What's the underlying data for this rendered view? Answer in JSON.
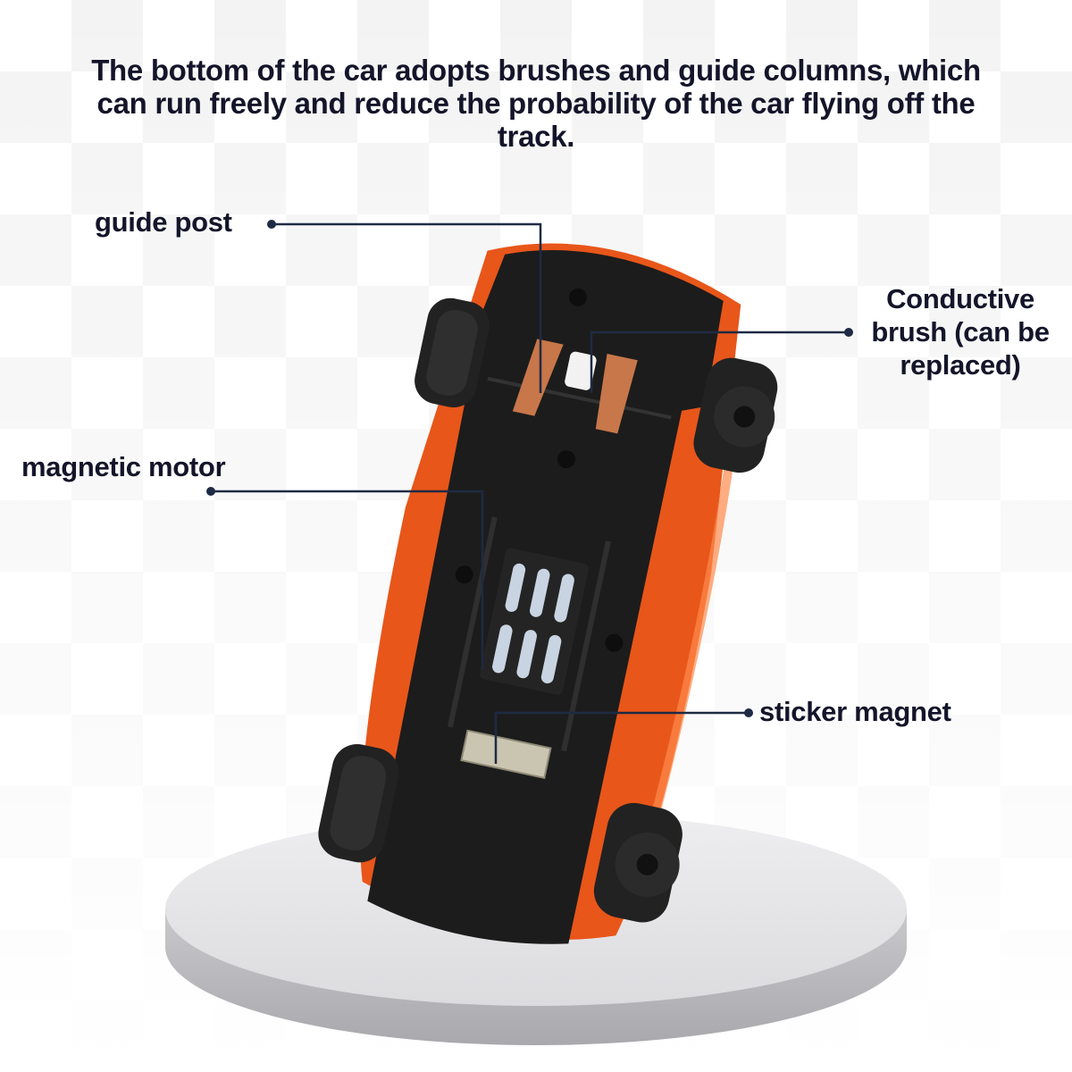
{
  "headline": "The bottom of the car adopts brushes and guide columns, which can run freely and reduce the probability of the car flying off the track.",
  "labels": {
    "guide_post": "guide post",
    "conductive_brush": "Conductive brush (can be replaced)",
    "magnetic_motor": "magnetic motor",
    "sticker_magnet": "sticker magnet"
  },
  "colors": {
    "text": "#14152a",
    "callout_line": "#1f2a44",
    "car_body": "#e8561a",
    "chassis": "#1c1c1c",
    "brush": "#c8774a",
    "pedestal": "#d9d9dc"
  },
  "icons": [
    "checkered-background",
    "callout-dot"
  ]
}
